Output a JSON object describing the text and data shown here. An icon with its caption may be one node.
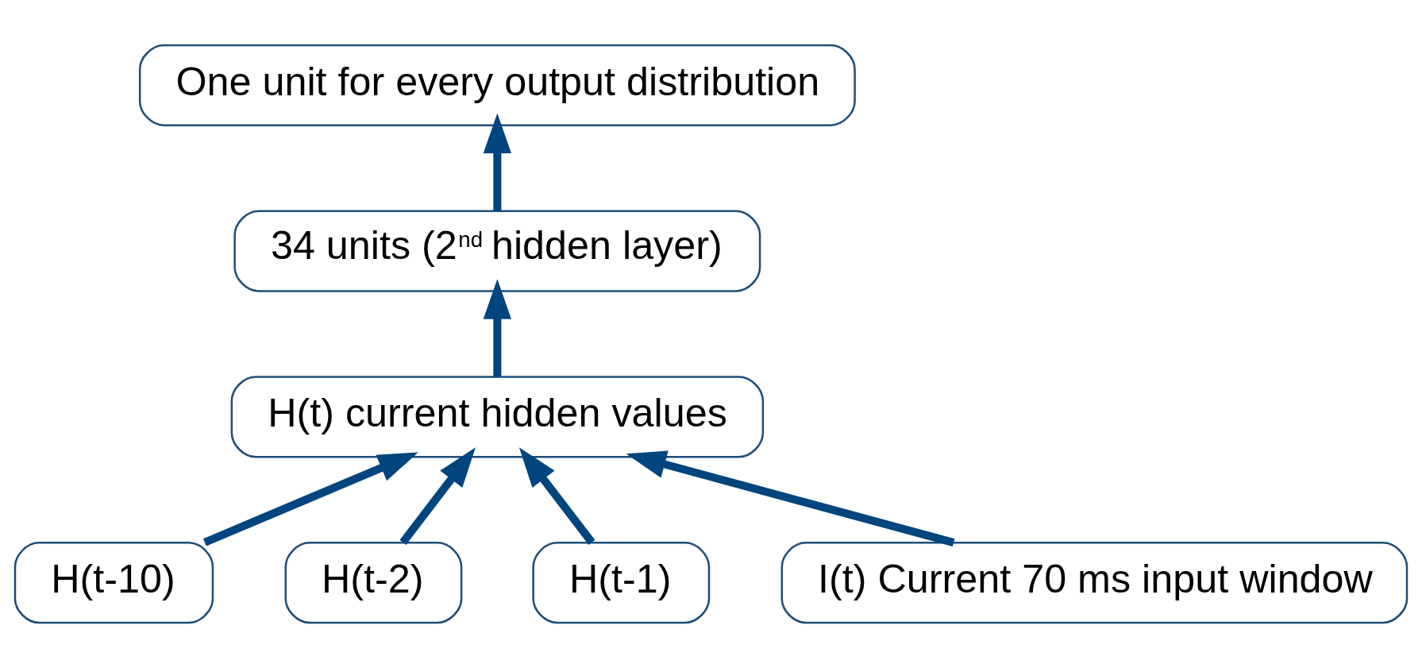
{
  "diagram": {
    "nodes": [
      {
        "text": [
          "One unit for every output distribution"
        ]
      },
      {
        "text": [
          "34 units (2$^{nd}$ hidden layer)"
        ]
      },
      {
        "text": [
          "H(t) current hidden values"
        ]
      },
      {
        "text": [
          "H(t-10)"
        ]
      },
      {
        "text": [
          "H(t-2)"
        ]
      },
      {
        "text": [
          "H(t-1)"
        ]
      },
      {
        "text": [
          "I(t) Current 70 ms input window"
        ]
      }
    ],
    "edges": [
      {
        "from": 1,
        "to": 0,
        "arrow": "to"
      },
      {
        "from": 2,
        "to": 1,
        "arrow": "to"
      },
      {
        "from": 3,
        "to": 2,
        "arrow": "to"
      },
      {
        "from": 4,
        "to": 2,
        "arrow": "to"
      },
      {
        "from": 5,
        "to": 2,
        "arrow": "to"
      },
      {
        "from": 6,
        "to": 2,
        "arrow": "to"
      }
    ]
  }
}
